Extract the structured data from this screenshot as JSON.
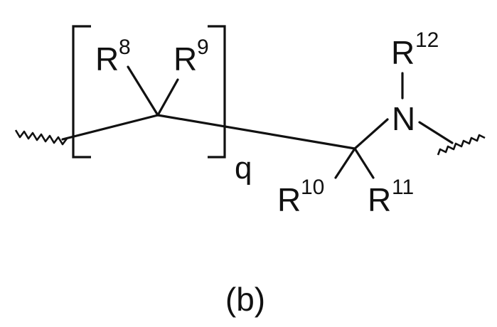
{
  "structure": {
    "r8": {
      "symbol": "R",
      "superscript": "8"
    },
    "r9": {
      "symbol": "R",
      "superscript": "9"
    },
    "r10": {
      "symbol": "R",
      "superscript": "10"
    },
    "r11": {
      "symbol": "R",
      "superscript": "11"
    },
    "r12": {
      "symbol": "R",
      "superscript": "12"
    },
    "nitrogen": "N",
    "repeat_subscript": "q"
  },
  "caption": "(b)"
}
